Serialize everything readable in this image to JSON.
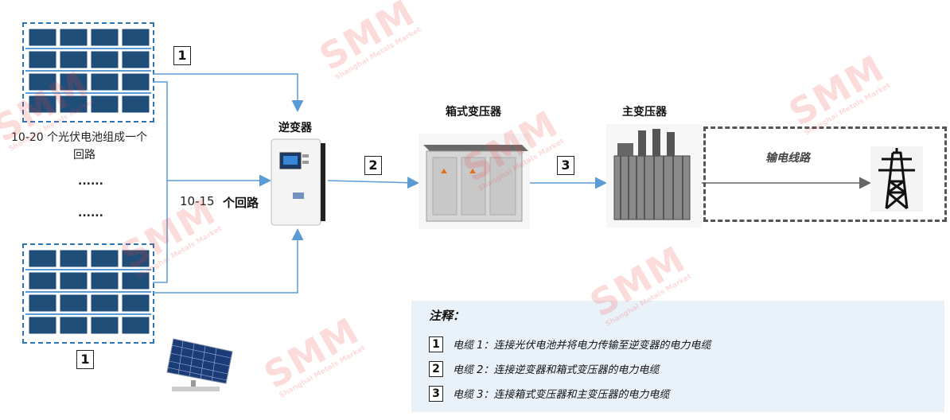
{
  "labels": {
    "group_desc": "10-20 个光伏电池组成一个",
    "group_desc2": "回路",
    "dots1": "......",
    "dots2": "......",
    "loops_num": "10-15",
    "loops_text": "个回路",
    "inverter": "逆变器",
    "box_transformer": "箱式变压器",
    "main_transformer": "主变压器",
    "transmission_line": "输电线路"
  },
  "cable_nums": {
    "c1_top": "1",
    "c1_bottom": "1",
    "c2": "2",
    "c3": "3"
  },
  "notes": {
    "title": "注释：",
    "rows": [
      {
        "num": "1",
        "text": "电缆 1：连接光伏电池并将电力传输至逆变器的电力电缆"
      },
      {
        "num": "2",
        "text": "电缆 2：连接逆变器和箱式变压器的电力电缆"
      },
      {
        "num": "3",
        "text": "电缆 3：连接箱式变压器和主变压器的电力电缆"
      }
    ]
  },
  "watermark": {
    "brand": "SMM",
    "sub": "Shanghai Metals Market"
  },
  "colors": {
    "panel": "#1f4e79",
    "frame": "#2e75b6",
    "arrow": "#5b9bd5"
  }
}
